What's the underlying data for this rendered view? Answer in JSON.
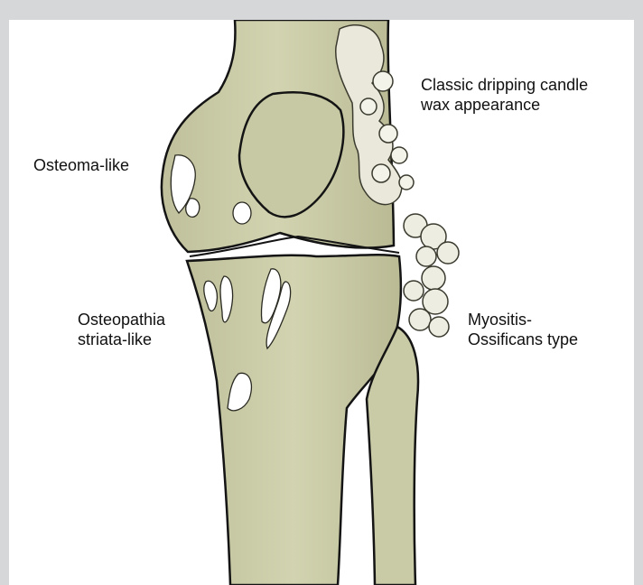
{
  "labels": {
    "candle_wax": [
      "Classic dripping candle",
      "wax appearance"
    ],
    "osteoma": [
      "Osteoma-like"
    ],
    "osteopathia": [
      "Osteopathia",
      "striata-like"
    ],
    "myositis": [
      "Myositis-",
      "Ossificans type"
    ]
  },
  "colors": {
    "background": "#d6d7d9",
    "panel": "#ffffff",
    "bone": "#cccda9",
    "bone_shadow": "#a9ab87",
    "lesion": "#ffffff",
    "outline": "#141414"
  }
}
